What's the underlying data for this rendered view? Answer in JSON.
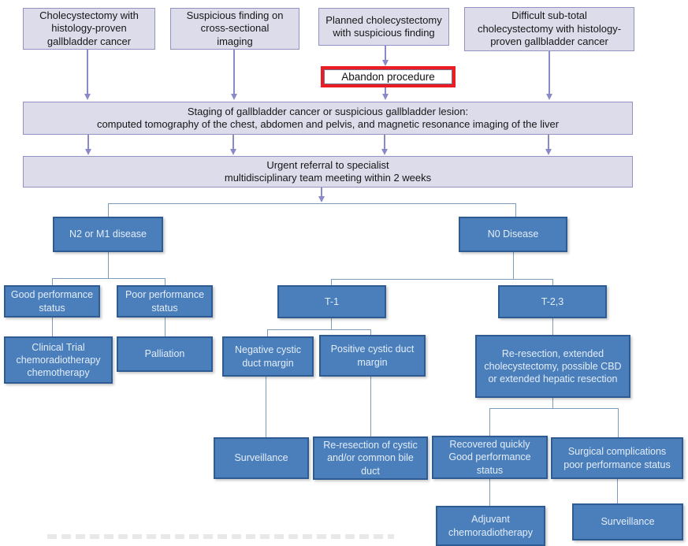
{
  "colors": {
    "lavender_fill": "#dcdceb",
    "lavender_border": "#9191c2",
    "blue_fill": "#4b7fbc",
    "blue_border": "#2e5c92",
    "blue_text": "#e3edf8",
    "purple_connector": "#8a8ac8",
    "blue_connector": "#7c9cbb",
    "highlight_red": "#ec1c24"
  },
  "top_boxes": [
    {
      "label": "Cholecystectomy with\nhistology-proven\ngallbladder cancer"
    },
    {
      "label": "Suspicious finding on\ncross-sectional\nimaging"
    },
    {
      "label": "Planned cholecystectomy\nwith suspicious finding"
    },
    {
      "label": "Difficult sub-total\ncholecystectomy with histology-\nproven gallbladder cancer"
    }
  ],
  "abandon_label": "Abandon procedure",
  "staging_label": "Staging of gallbladder cancer or suspicious gallbladder lesion:\ncomputed tomography of the chest, abdomen and pelvis, and magnetic resonance imaging of the liver",
  "referral_label": "Urgent referral to specialist\nmultidisciplinary team meeting within 2 weeks",
  "nodes": {
    "n2m1": "N2 or M1 disease",
    "n0": "N0 Disease",
    "good_ps": "Good performance\nstatus",
    "poor_ps": "Poor performance\nstatus",
    "clinical_trial": "Clinical Trial\nchemoradiotherapy\nchemotherapy",
    "palliation": "Palliation",
    "t1": "T-1",
    "t23": "T-2,3",
    "neg_margin": "Negative cystic\nduct margin",
    "pos_margin": "Positive cystic duct\nmargin",
    "re_resection_extended": "Re-resection, extended\ncholecystectomy, possible CBD\nor extended hepatic resection",
    "surveillance_t1": "Surveillance",
    "re_resection_cystic": "Re-resection of cystic\nand/or common bile\nduct",
    "recovered": "Recovered quickly\nGood performance\nstatus",
    "surgical_comp": "Surgical complications\npoor performance status",
    "adjuvant": "Adjuvant\nchemoradiotherapy",
    "surveillance_t23": "Surveillance"
  }
}
